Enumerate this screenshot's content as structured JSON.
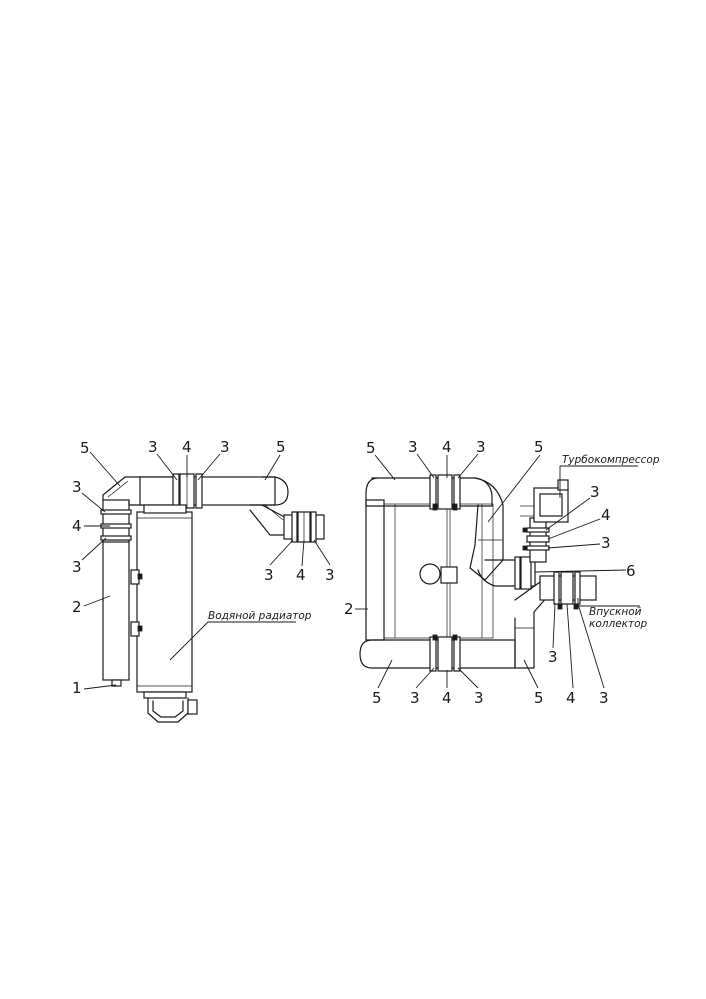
{
  "labels": {
    "clamp": "3",
    "sleeve": "4",
    "elbow": "5",
    "pipe": "2",
    "drain_plug": "1",
    "branch_pipe": "6"
  },
  "captions": {
    "water_radiator": "Водяной радиатор",
    "turbocharger": "Турбокомпрессор",
    "intake_line1": "Впускной",
    "intake_line2": "коллектор"
  }
}
